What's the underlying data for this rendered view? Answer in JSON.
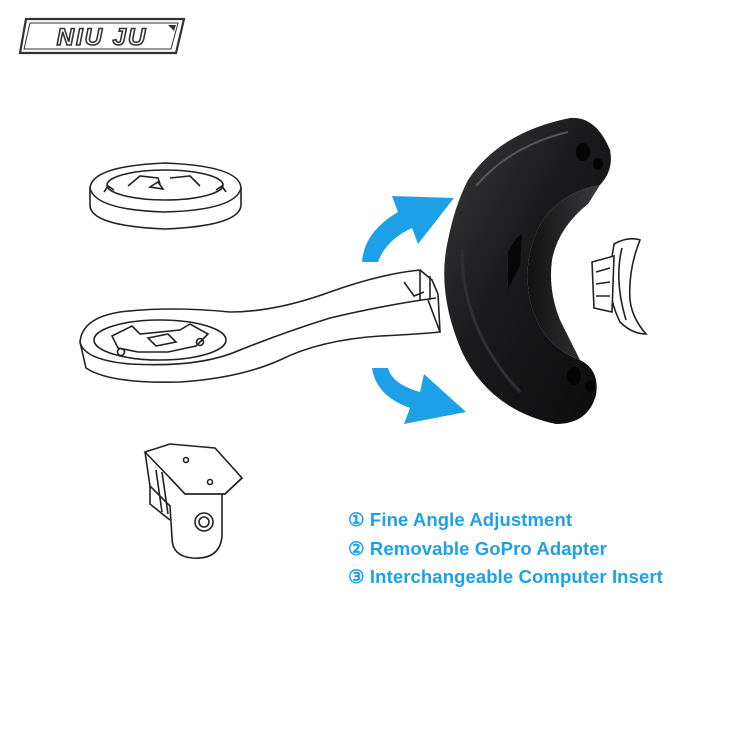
{
  "brand": {
    "logo_text": "NIU JU"
  },
  "colors": {
    "accent": "#1ea0e8",
    "line": "#222222",
    "mount_body": "#1d1d1f"
  },
  "features": [
    {
      "label": "① Fine Angle Adjustment"
    },
    {
      "label": "② Removable GoPro Adapter"
    },
    {
      "label": "③ Interchangeable Computer Insert"
    }
  ],
  "icons": [
    "rotate-up-arrow-icon",
    "rotate-down-arrow-icon"
  ]
}
